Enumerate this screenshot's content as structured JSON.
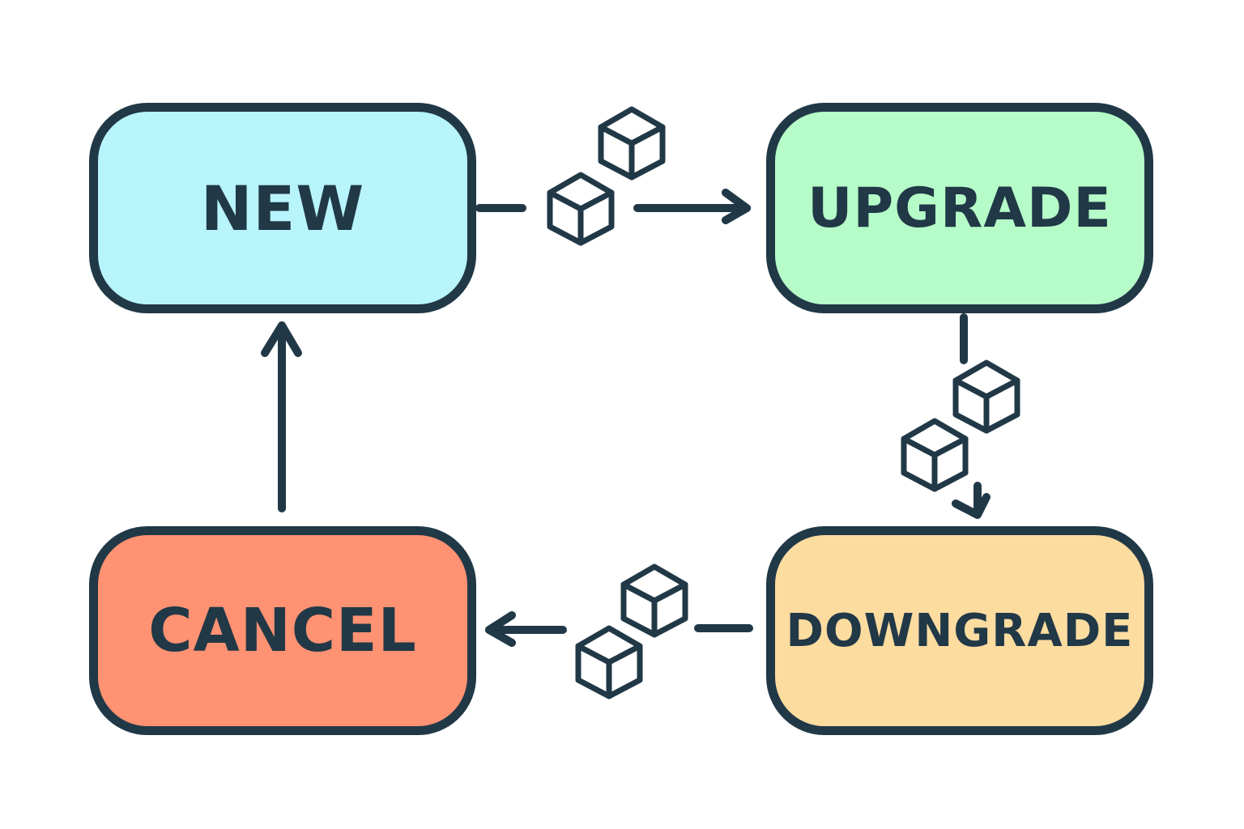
{
  "diagram": {
    "nodes": [
      {
        "id": "new",
        "label": "NEW",
        "fill": "#b7f4fb"
      },
      {
        "id": "upgrade",
        "label": "UPGRADE",
        "fill": "#b5fcc8"
      },
      {
        "id": "downgrade",
        "label": "DOWNGRADE",
        "fill": "#fddca0"
      },
      {
        "id": "cancel",
        "label": "CANCEL",
        "fill": "#fe9272"
      }
    ],
    "edges": [
      {
        "from": "new",
        "to": "upgrade",
        "icon": "cube-icon"
      },
      {
        "from": "upgrade",
        "to": "downgrade",
        "icon": "cube-icon"
      },
      {
        "from": "downgrade",
        "to": "cancel",
        "icon": "cube-icon"
      },
      {
        "from": "cancel",
        "to": "new"
      }
    ],
    "stroke_color": "#213847"
  }
}
